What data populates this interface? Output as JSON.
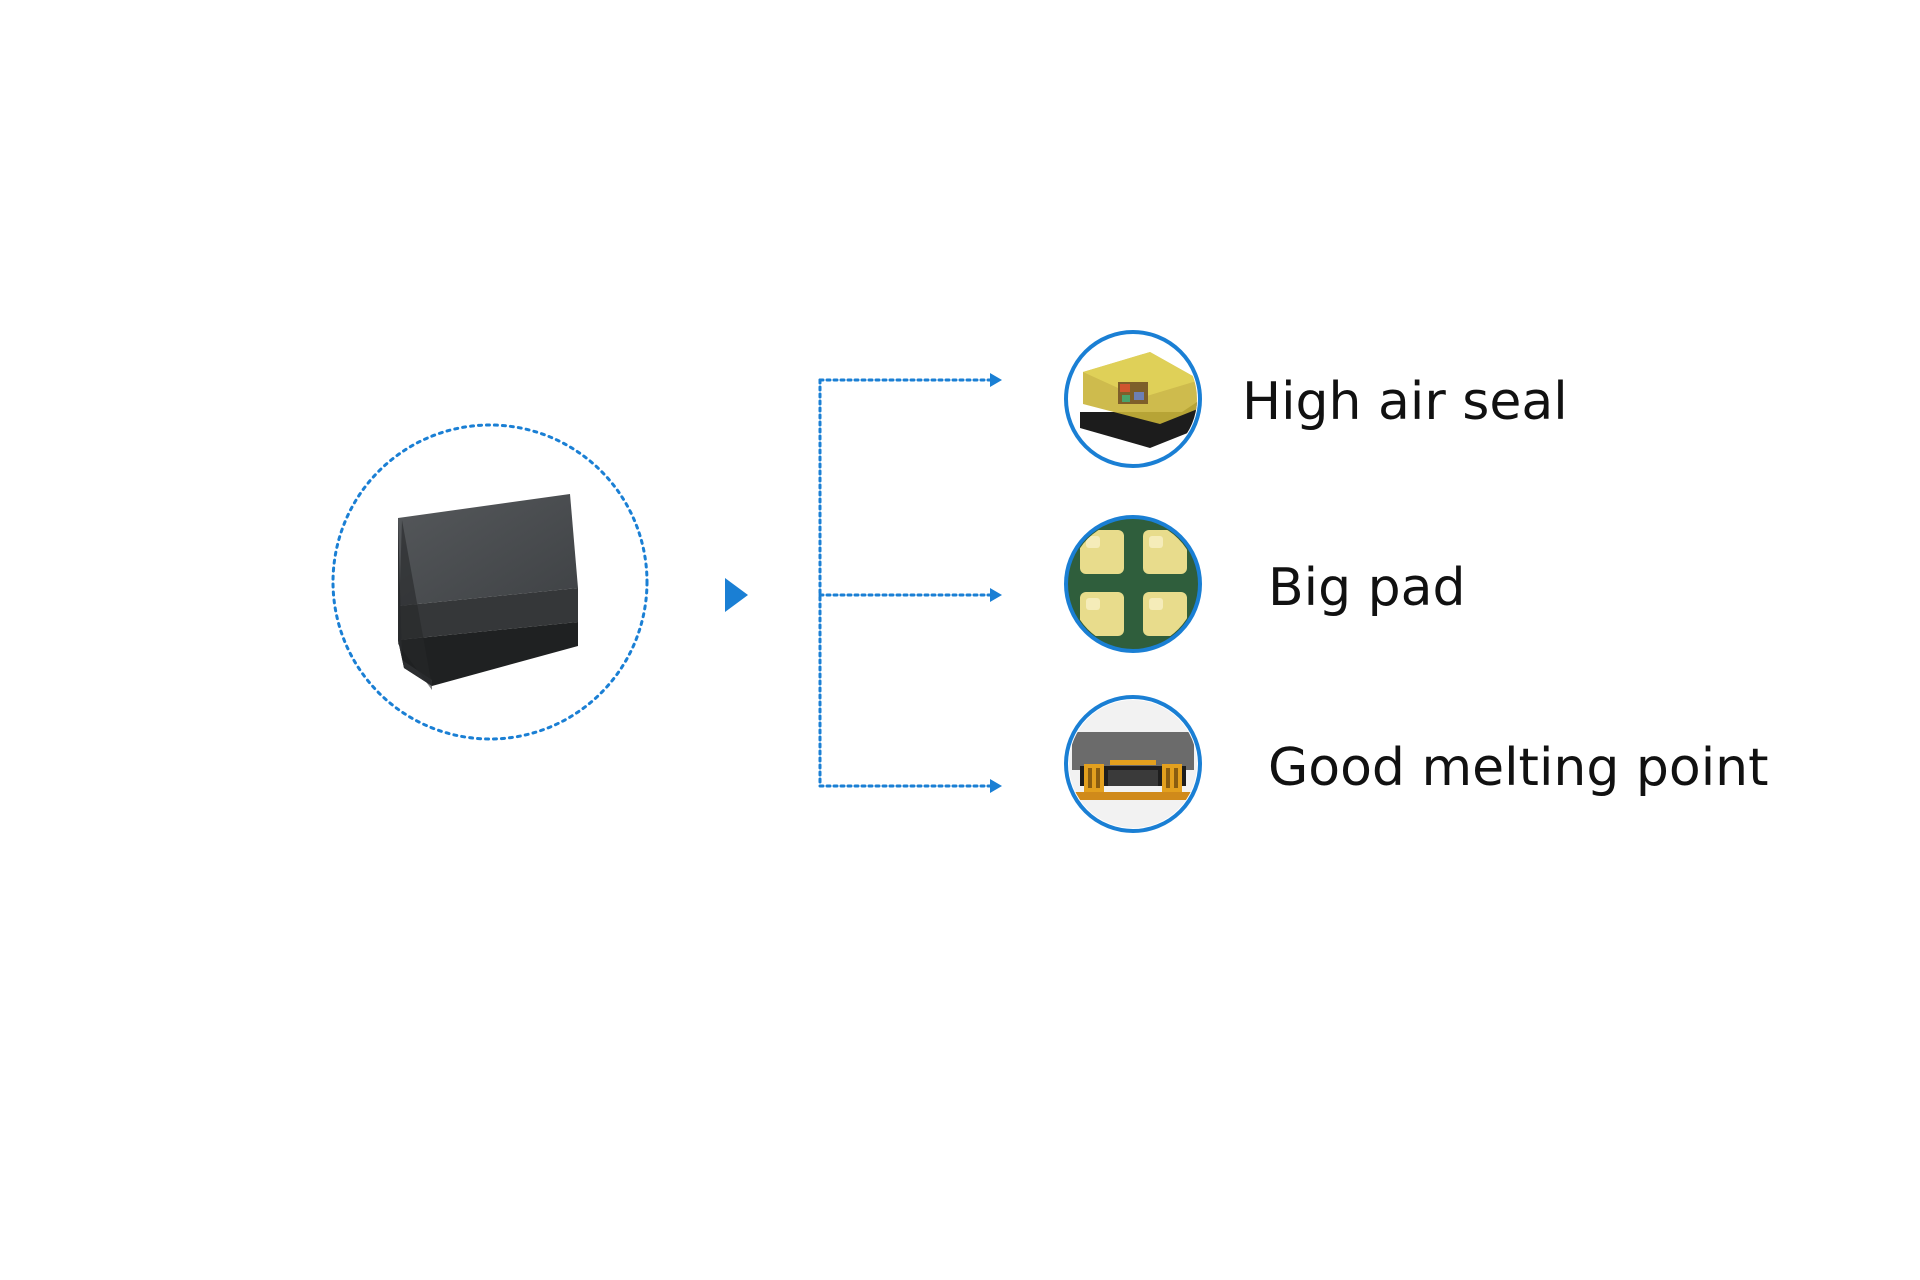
{
  "colors": {
    "accent": "#1a7fd4",
    "chip_top": "#4d5053",
    "chip_side": "#2c2e30",
    "chip_base": "#1f2122",
    "pad_gold": "#e8dc8c",
    "pad_background": "#2f5e3c",
    "solder_orange": "#e3a01e"
  },
  "diagram": {
    "source_icon": "chip-package-icon",
    "pointer_icon": "triangle-right-icon",
    "features": [
      {
        "icon": "sealed-package-icon",
        "label": "High air seal"
      },
      {
        "icon": "four-pad-icon",
        "label": "Big pad"
      },
      {
        "icon": "solder-joint-icon",
        "label": "Good melting point"
      }
    ]
  }
}
